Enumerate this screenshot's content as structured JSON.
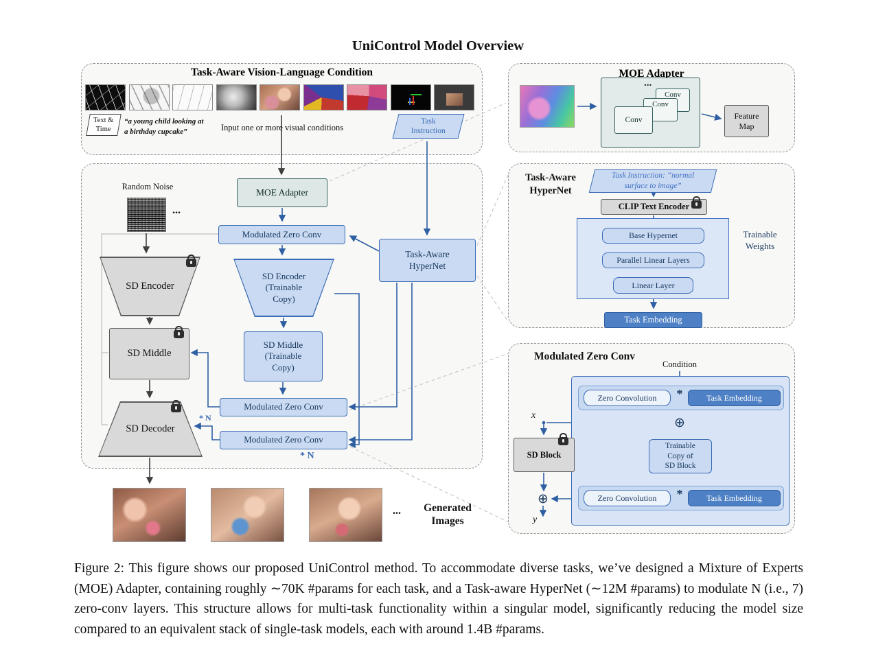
{
  "title": "UniControl Model Overview",
  "condition_panel": {
    "title": "Task-Aware Vision-Language Condition",
    "text_time": "Text &\nTime",
    "quote": "“a young child looking at\na birthday cupcake”",
    "input_note": "Input one or more visual conditions",
    "task_instruction": "Task\nInstruction",
    "condition_types": [
      "canny-edge-map",
      "hed-boundary-map",
      "user-sketch",
      "depth-map",
      "source-photo",
      "segmentation-map",
      "colorful-segmentation-map",
      "human-pose-skeleton",
      "outpainting-mask"
    ]
  },
  "main_panel": {
    "random_noise": "Random Noise",
    "ellipsis": "...",
    "moe_adapter": "MOE Adapter",
    "modulated_zero_conv_top": "Modulated Zero Conv",
    "sd_encoder": "SD Encoder",
    "sd_encoder_trainable": "SD Encoder\n(Trainable\nCopy)",
    "sd_middle": "SD Middle",
    "sd_middle_trainable": "SD Middle\n(Trainable\nCopy)",
    "sd_decoder": "SD Decoder",
    "modulated_zero_conv_mid": "Modulated Zero Conv",
    "modulated_zero_conv_bottom": "Modulated Zero Conv",
    "task_aware_hypernet": "Task-Aware\nHyperNet",
    "n_repeat_side": "* N",
    "n_repeat_bottom": "* N"
  },
  "moe_panel": {
    "title": "MOE Adapter",
    "dots": "...",
    "conv_back": "Conv",
    "conv_mid": "Conv",
    "conv_front": "Conv",
    "feature_map": "Feature\nMap"
  },
  "hypernet_panel": {
    "title": "Task-Aware\nHyperNet",
    "task_instruction": "Task Instruction: “normal\nsurface to image”",
    "clip_text_encoder": "CLIP Text Encoder",
    "base_hypernet": "Base Hypernet",
    "parallel_linear_layers": "Parallel Linear Layers",
    "linear_layer": "Linear Layer",
    "trainable_weights": "Trainable\nWeights",
    "task_embedding": "Task Embedding"
  },
  "mzc_panel": {
    "title": "Modulated Zero Conv",
    "condition": "Condition",
    "zero_convolution_top": "Zero Convolution",
    "star_top": "*",
    "task_embedding_top": "Task Embedding",
    "x_label": "x",
    "plus_right": "⊕",
    "sd_block": "SD Block",
    "trainable_copy": "Trainable\nCopy of\nSD Block",
    "zero_convolution_bottom": "Zero Convolution",
    "star_bottom": "*",
    "task_embedding_bottom": "Task Embedding",
    "plus_left": "⊕",
    "y_label": "y"
  },
  "output": {
    "dots": "...",
    "label": "Generated\nImages"
  },
  "caption": "Figure 2: This figure shows our proposed UniControl method. To accommodate diverse tasks, we’ve designed a Mixture of Experts (MOE) Adapter, containing roughly ∼70K #params for each task, and a Task-aware HyperNet (∼12M #params) to modulate N (i.e., 7) zero-conv layers. This structure allows for multi-task functionality within a singular model, significantly reducing the model size compared to an equivalent stack of single-task models, each with around 1.4B #params.",
  "colors": {
    "blue_border": "#3a6bb5",
    "blue_fill": "#c9daf2",
    "teal_border": "#35605e",
    "teal_fill": "#dde8e6",
    "gray_fill": "#d9d9d9",
    "embedding_fill": "#4d80c4",
    "panel_fill": "#f8f8f6"
  }
}
